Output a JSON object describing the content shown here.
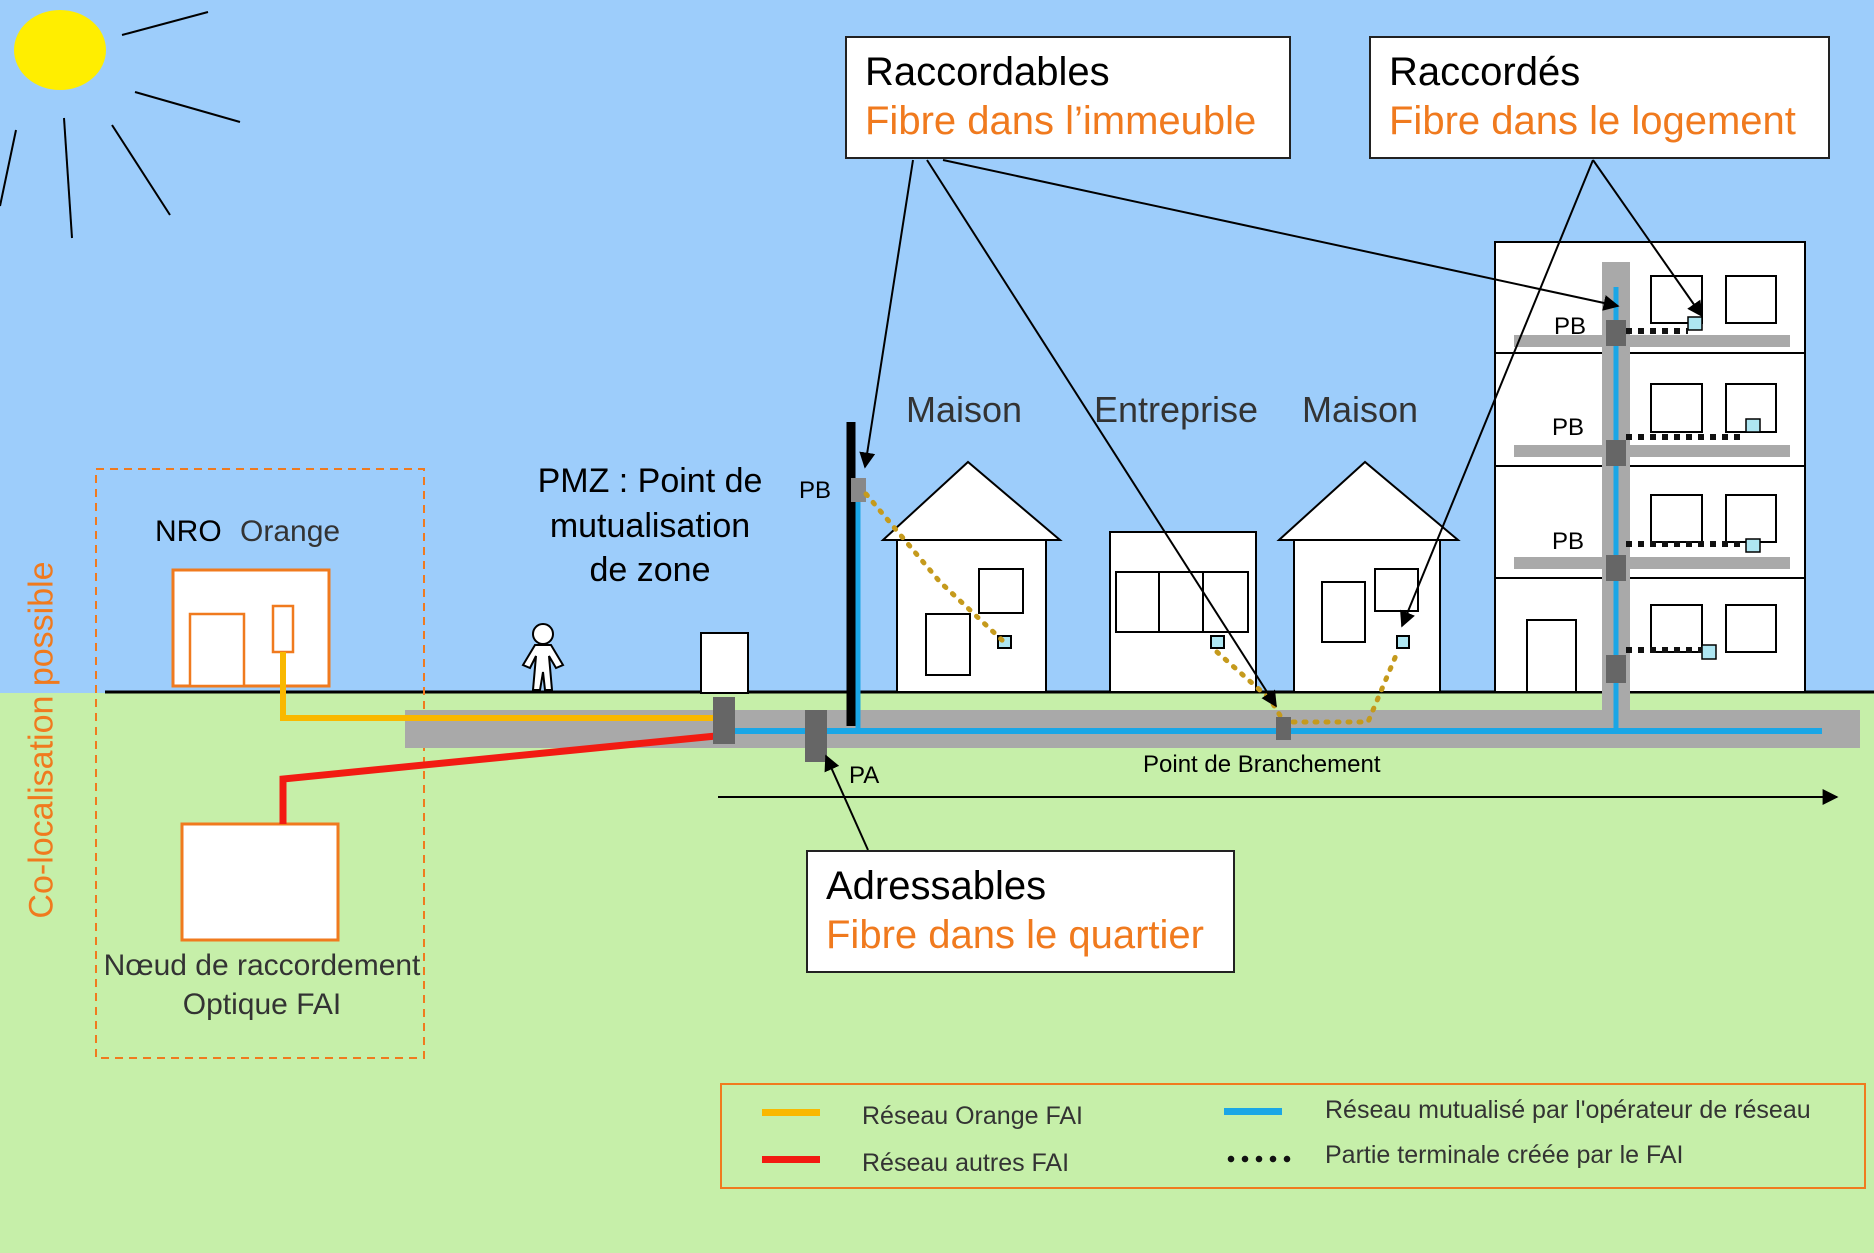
{
  "boxes": {
    "raccordables": {
      "title": "Raccordables",
      "subtitle": "Fibre dans l’immeuble"
    },
    "raccordes": {
      "title": "Raccordés",
      "subtitle": "Fibre dans le logement"
    },
    "adressables": {
      "title": "Adressables",
      "subtitle": "Fibre dans le quartier"
    }
  },
  "labels": {
    "pmz": [
      "PMZ : Point de",
      "mutualisation",
      "de zone"
    ],
    "nro": "NRO",
    "nro_orange": "Orange",
    "maison_1": "Maison",
    "entreprise": "Entreprise",
    "maison_2": "Maison",
    "pb_pole": "PB",
    "pb_floor_1": "PB",
    "pb_floor_2": "PB",
    "pb_floor_3": "PB",
    "pa": "PA",
    "point_branchement": "Point de Branchement",
    "noeud": [
      "Nœud de raccordement",
      "Optique FAI"
    ],
    "colocalisation": "Co-localisation possible"
  },
  "legend": {
    "items": [
      {
        "label": "Réseau Orange FAI",
        "color": "#f9b800",
        "style": "line"
      },
      {
        "label": "Réseau autres FAI",
        "color": "#f21b12",
        "style": "line"
      },
      {
        "label": "Réseau mutualisé par l'opérateur de réseau",
        "color": "#1aa6e6",
        "style": "line"
      },
      {
        "label": "Partie terminale créée par le FAI",
        "color": "#111111",
        "style": "dots"
      }
    ]
  },
  "colors": {
    "sky": "#9dcdfb",
    "ground": "#c6efa9",
    "accent_orange": "#f07a1e",
    "network_orange": "#f9b800",
    "network_red": "#f21b12",
    "network_blue": "#1aa6e6",
    "drop_gold": "#c59a1c",
    "sun": "#ffee00",
    "conduit": "#a9a9a9"
  }
}
